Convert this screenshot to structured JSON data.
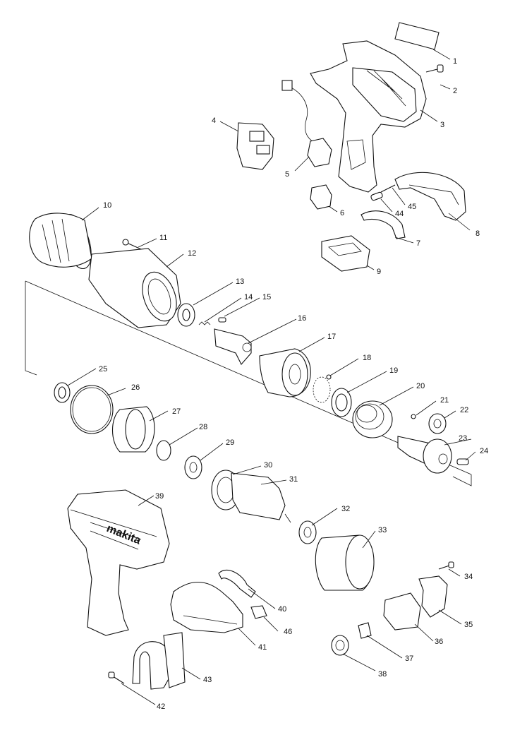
{
  "diagram": {
    "type": "exploded-parts-diagram",
    "brand_logo_text": "makita",
    "parts": [
      {
        "id": "p1",
        "label": "1"
      },
      {
        "id": "p2",
        "label": "2"
      },
      {
        "id": "p3",
        "label": "3"
      },
      {
        "id": "p4",
        "label": "4"
      },
      {
        "id": "p5",
        "label": "5"
      },
      {
        "id": "p6",
        "label": "6"
      },
      {
        "id": "p7",
        "label": "7"
      },
      {
        "id": "p8",
        "label": "8"
      },
      {
        "id": "p9",
        "label": "9"
      },
      {
        "id": "p10",
        "label": "10"
      },
      {
        "id": "p11",
        "label": "11"
      },
      {
        "id": "p12",
        "label": "12"
      },
      {
        "id": "p13",
        "label": "13"
      },
      {
        "id": "p14",
        "label": "14"
      },
      {
        "id": "p15",
        "label": "15"
      },
      {
        "id": "p16",
        "label": "16"
      },
      {
        "id": "p17",
        "label": "17"
      },
      {
        "id": "p18",
        "label": "18"
      },
      {
        "id": "p19",
        "label": "19"
      },
      {
        "id": "p20",
        "label": "20"
      },
      {
        "id": "p21",
        "label": "21"
      },
      {
        "id": "p22",
        "label": "22"
      },
      {
        "id": "p23",
        "label": "23"
      },
      {
        "id": "p24",
        "label": "24"
      },
      {
        "id": "p25",
        "label": "25"
      },
      {
        "id": "p26",
        "label": "26"
      },
      {
        "id": "p27",
        "label": "27"
      },
      {
        "id": "p28",
        "label": "28"
      },
      {
        "id": "p29",
        "label": "29"
      },
      {
        "id": "p30",
        "label": "30"
      },
      {
        "id": "p31",
        "label": "31"
      },
      {
        "id": "p32",
        "label": "32"
      },
      {
        "id": "p33",
        "label": "33"
      },
      {
        "id": "p34",
        "label": "34"
      },
      {
        "id": "p35",
        "label": "35"
      },
      {
        "id": "p36",
        "label": "36"
      },
      {
        "id": "p37",
        "label": "37"
      },
      {
        "id": "p38",
        "label": "38"
      },
      {
        "id": "p39",
        "label": "39"
      },
      {
        "id": "p40",
        "label": "40"
      },
      {
        "id": "p41",
        "label": "41"
      },
      {
        "id": "p42",
        "label": "42"
      },
      {
        "id": "p43",
        "label": "43"
      },
      {
        "id": "p44",
        "label": "44"
      },
      {
        "id": "p45",
        "label": "45"
      },
      {
        "id": "p46",
        "label": "46"
      }
    ]
  }
}
